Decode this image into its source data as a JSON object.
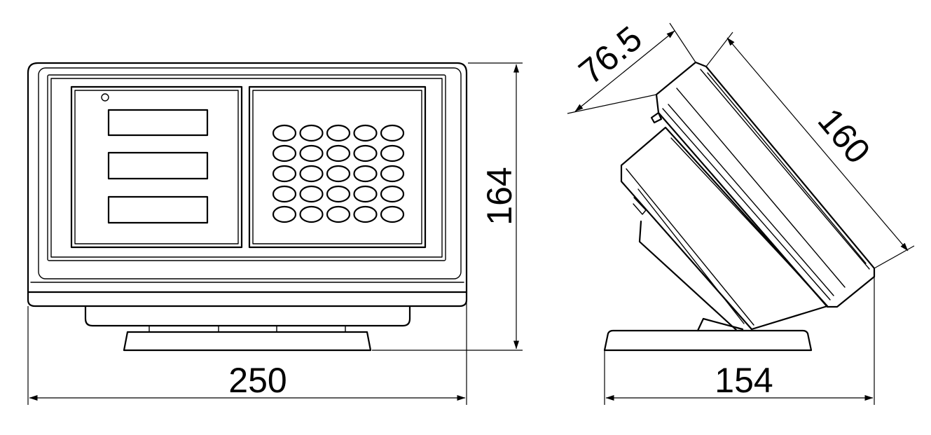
{
  "views": {
    "front": {
      "width_label": "250",
      "height_label": "164"
    },
    "side": {
      "depth_label": "154",
      "panel_length_label": "160",
      "body_depth_label": "76.5"
    }
  },
  "keypad": {
    "rows": 5,
    "cols": 5
  },
  "display_windows": 3,
  "indicator_led": true
}
